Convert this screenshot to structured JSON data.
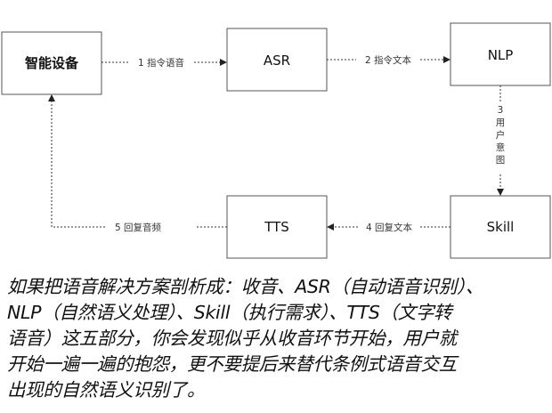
{
  "nodes": {
    "device": "智能设备",
    "asr": "ASR",
    "nlp": "NLP",
    "tts": "TTS",
    "skill": "Skill"
  },
  "edges": {
    "device_to_asr": "1 指令语音",
    "asr_to_nlp": "2 指令文本",
    "nlp_to_skill": [
      "3",
      "用",
      "户",
      "意",
      "图"
    ],
    "skill_to_tts": "4 回复文本",
    "tts_to_device": "5 回复音频"
  },
  "caption": [
    "如果把语音解决方案剖析成：收音、ASR（自动语音识别）、",
    "NLP（自然语义处理）、Skill（执行需求）、TTS（文字转",
    "语音）这五部分，你会发现似乎从收音环节开始，用户就",
    "开始一遍一遍的抱怨，更不要提后来替代条例式语音交互",
    "出现的自然语义识别了。"
  ]
}
